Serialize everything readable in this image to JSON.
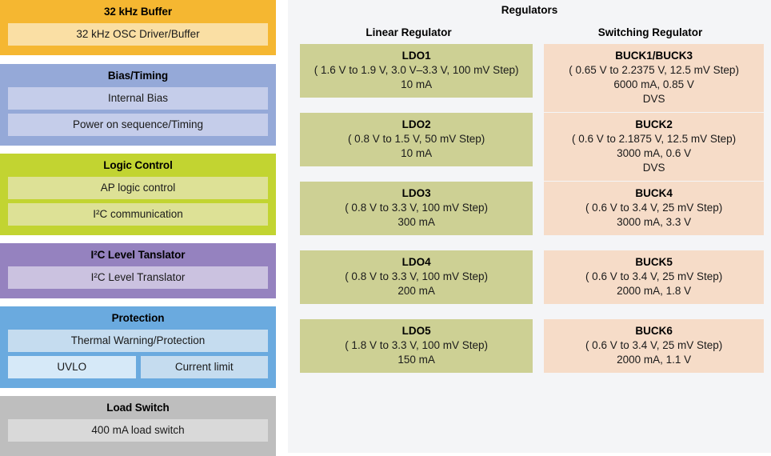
{
  "left_column": {
    "groups": [
      {
        "id": "osc",
        "title": "32 kHz Buffer",
        "items": [
          {
            "label": "32 kHz OSC Driver/Buffer"
          }
        ]
      },
      {
        "id": "bias",
        "title": "Bias/Timing",
        "items": [
          {
            "label": "Internal Bias"
          },
          {
            "label": "Power on sequence/Timing"
          }
        ]
      },
      {
        "id": "logic",
        "title": "Logic Control",
        "items": [
          {
            "label": "AP logic control"
          },
          {
            "label": "I²C communication"
          }
        ]
      },
      {
        "id": "i2c",
        "title": "I²C Level Tanslator",
        "items": [
          {
            "label": "I²C Level Translator"
          }
        ]
      },
      {
        "id": "protection",
        "title": "Protection",
        "items": [
          {
            "label": "Thermal Warning/Protection"
          },
          {
            "label": "UVLO"
          },
          {
            "label": "Current limit"
          }
        ]
      },
      {
        "id": "load",
        "title": "Load Switch",
        "items": [
          {
            "label": "400 mA load switch"
          }
        ]
      }
    ]
  },
  "right_panel": {
    "title": "Regulators",
    "column_headers": [
      "Linear Regulator",
      "Switching Regulator"
    ],
    "linear": [
      {
        "name": "LDO1",
        "lines": [
          "( 1.6 V to 1.9 V, 3.0 V–3.3 V, 100 mV Step)",
          "10 mA"
        ]
      },
      {
        "name": "LDO2",
        "lines": [
          "( 0.8 V to 1.5 V, 50 mV Step)",
          "10 mA"
        ]
      },
      {
        "name": "LDO3",
        "lines": [
          "( 0.8 V to 3.3 V, 100 mV Step)",
          "300 mA"
        ]
      },
      {
        "name": "LDO4",
        "lines": [
          "( 0.8 V to 3.3 V, 100 mV Step)",
          "200 mA"
        ]
      },
      {
        "name": "LDO5",
        "lines": [
          "( 1.8 V to 3.3 V, 100 mV Step)",
          "150 mA"
        ]
      }
    ],
    "switching": [
      {
        "name": "BUCK1/BUCK3",
        "lines": [
          "( 0.65 V to 2.2375 V, 12.5 mV Step)",
          "6000 mA, 0.85 V",
          "DVS"
        ]
      },
      {
        "name": "BUCK2",
        "lines": [
          "( 0.6 V to 2.1875 V, 12.5 mV Step)",
          "3000 mA, 0.6 V",
          "DVS"
        ]
      },
      {
        "name": "BUCK4",
        "lines": [
          "( 0.6 V to 3.4 V, 25 mV Step)",
          "3000 mA, 3.3 V"
        ]
      },
      {
        "name": "BUCK5",
        "lines": [
          "( 0.6 V to 3.4 V, 25 mV Step)",
          "2000 mA, 1.8 V"
        ]
      },
      {
        "name": "BUCK6",
        "lines": [
          "( 0.6 V to 3.4 V, 25 mV Step)",
          "2000 mA, 1.1 V"
        ]
      }
    ]
  },
  "colors": {
    "osc_header": "#f5b731",
    "osc_item": "#fadfa4",
    "bias_header": "#95a9d8",
    "bias_item": "#c5cdea",
    "logic_header": "#c2d431",
    "logic_item": "#dde196",
    "i2c_header": "#9582bf",
    "i2c_item": "#cbc2e0",
    "protection_header": "#6aaadf",
    "protection_item": "#c5dcef",
    "protection_item_light": "#d6e9f8",
    "load_header": "#bebebe",
    "load_item": "#d9d9d9",
    "panel_background": "#f4f5f7",
    "ldo_box": "#cdd094",
    "buck_box": "#f6dcc8"
  }
}
